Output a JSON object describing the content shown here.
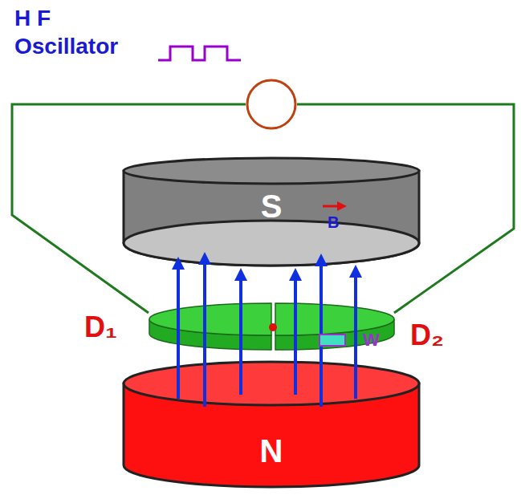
{
  "diagram": {
    "nodes": [
      {
        "text": [
          "H F Oscillator"
        ]
      },
      {
        "text": [
          "S"
        ]
      },
      {
        "text": [
          "D₁"
        ]
      },
      {
        "text": [
          "D₂"
        ]
      },
      {
        "text": [
          "N"
        ]
      }
    ],
    "edges": [
      {
        "from": 0,
        "to": 2,
        "arrow": "none"
      },
      {
        "from": 0,
        "to": 3,
        "arrow": "none"
      }
    ],
    "labels": [
      "B",
      "W"
    ]
  }
}
